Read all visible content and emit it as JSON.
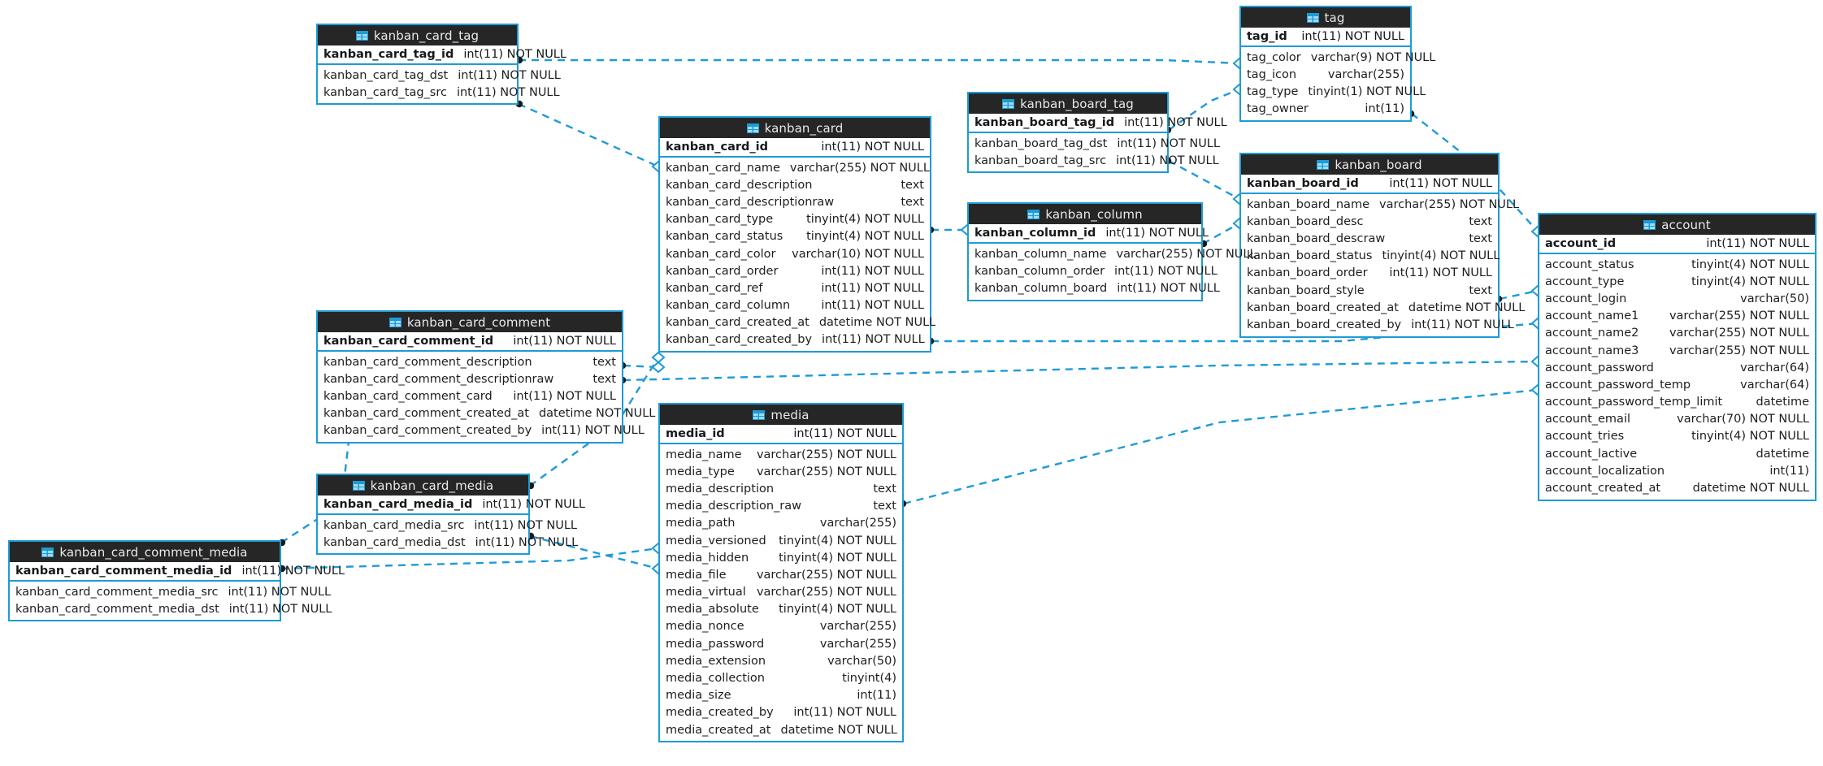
{
  "diagram": {
    "title": "database-er-diagram",
    "accent_color": "#1d9bd7",
    "header_bg": "#262626",
    "header_fg": "#e9e9e9",
    "page_bg": "#ffffff",
    "connector_color": "#1d9bd7",
    "icon_name": "table-icon"
  },
  "tables": [
    {
      "id": "kanban_card_tag",
      "name": "kanban_card_tag",
      "pk": {
        "name": "kanban_card_tag_id",
        "type": "int(11) NOT NULL"
      },
      "columns": [
        {
          "name": "kanban_card_tag_dst",
          "type": "int(11) NOT NULL"
        },
        {
          "name": "kanban_card_tag_src",
          "type": "int(11) NOT NULL"
        }
      ]
    },
    {
      "id": "tag",
      "name": "tag",
      "pk": {
        "name": "tag_id",
        "type": "int(11) NOT NULL"
      },
      "columns": [
        {
          "name": "tag_color",
          "type": "varchar(9) NOT NULL"
        },
        {
          "name": "tag_icon",
          "type": "varchar(255)"
        },
        {
          "name": "tag_type",
          "type": "tinyint(1) NOT NULL"
        },
        {
          "name": "tag_owner",
          "type": "int(11)"
        }
      ]
    },
    {
      "id": "kanban_board_tag",
      "name": "kanban_board_tag",
      "pk": {
        "name": "kanban_board_tag_id",
        "type": "int(11) NOT NULL"
      },
      "columns": [
        {
          "name": "kanban_board_tag_dst",
          "type": "int(11) NOT NULL"
        },
        {
          "name": "kanban_board_tag_src",
          "type": "int(11) NOT NULL"
        }
      ]
    },
    {
      "id": "kanban_card",
      "name": "kanban_card",
      "pk": {
        "name": "kanban_card_id",
        "type": "int(11) NOT NULL"
      },
      "columns": [
        {
          "name": "kanban_card_name",
          "type": "varchar(255) NOT NULL"
        },
        {
          "name": "kanban_card_description",
          "type": "text"
        },
        {
          "name": "kanban_card_descriptionraw",
          "type": "text"
        },
        {
          "name": "kanban_card_type",
          "type": "tinyint(4) NOT NULL"
        },
        {
          "name": "kanban_card_status",
          "type": "tinyint(4) NOT NULL"
        },
        {
          "name": "kanban_card_color",
          "type": "varchar(10) NOT NULL"
        },
        {
          "name": "kanban_card_order",
          "type": "int(11) NOT NULL"
        },
        {
          "name": "kanban_card_ref",
          "type": "int(11) NOT NULL"
        },
        {
          "name": "kanban_card_column",
          "type": "int(11) NOT NULL"
        },
        {
          "name": "kanban_card_created_at",
          "type": "datetime NOT NULL"
        },
        {
          "name": "kanban_card_created_by",
          "type": "int(11) NOT NULL"
        }
      ]
    },
    {
      "id": "kanban_board",
      "name": "kanban_board",
      "pk": {
        "name": "kanban_board_id",
        "type": "int(11) NOT NULL"
      },
      "columns": [
        {
          "name": "kanban_board_name",
          "type": "varchar(255) NOT NULL"
        },
        {
          "name": "kanban_board_desc",
          "type": "text"
        },
        {
          "name": "kanban_board_descraw",
          "type": "text"
        },
        {
          "name": "kanban_board_status",
          "type": "tinyint(4) NOT NULL"
        },
        {
          "name": "kanban_board_order",
          "type": "int(11) NOT NULL"
        },
        {
          "name": "kanban_board_style",
          "type": "text"
        },
        {
          "name": "kanban_board_created_at",
          "type": "datetime NOT NULL"
        },
        {
          "name": "kanban_board_created_by",
          "type": "int(11) NOT NULL"
        }
      ]
    },
    {
      "id": "kanban_column",
      "name": "kanban_column",
      "pk": {
        "name": "kanban_column_id",
        "type": "int(11) NOT NULL"
      },
      "columns": [
        {
          "name": "kanban_column_name",
          "type": "varchar(255) NOT NULL"
        },
        {
          "name": "kanban_column_order",
          "type": "int(11) NOT NULL"
        },
        {
          "name": "kanban_column_board",
          "type": "int(11) NOT NULL"
        }
      ]
    },
    {
      "id": "account",
      "name": "account",
      "pk": {
        "name": "account_id",
        "type": "int(11) NOT NULL"
      },
      "columns": [
        {
          "name": "account_status",
          "type": "tinyint(4) NOT NULL"
        },
        {
          "name": "account_type",
          "type": "tinyint(4) NOT NULL"
        },
        {
          "name": "account_login",
          "type": "varchar(50)"
        },
        {
          "name": "account_name1",
          "type": "varchar(255) NOT NULL"
        },
        {
          "name": "account_name2",
          "type": "varchar(255) NOT NULL"
        },
        {
          "name": "account_name3",
          "type": "varchar(255) NOT NULL"
        },
        {
          "name": "account_password",
          "type": "varchar(64)"
        },
        {
          "name": "account_password_temp",
          "type": "varchar(64)"
        },
        {
          "name": "account_password_temp_limit",
          "type": "datetime"
        },
        {
          "name": "account_email",
          "type": "varchar(70) NOT NULL"
        },
        {
          "name": "account_tries",
          "type": "tinyint(4) NOT NULL"
        },
        {
          "name": "account_lactive",
          "type": "datetime"
        },
        {
          "name": "account_localization",
          "type": "int(11)"
        },
        {
          "name": "account_created_at",
          "type": "datetime NOT NULL"
        }
      ]
    },
    {
      "id": "kanban_card_comment",
      "name": "kanban_card_comment",
      "pk": {
        "name": "kanban_card_comment_id",
        "type": "int(11) NOT NULL"
      },
      "columns": [
        {
          "name": "kanban_card_comment_description",
          "type": "text"
        },
        {
          "name": "kanban_card_comment_descriptionraw",
          "type": "text"
        },
        {
          "name": "kanban_card_comment_card",
          "type": "int(11) NOT NULL"
        },
        {
          "name": "kanban_card_comment_created_at",
          "type": "datetime NOT NULL"
        },
        {
          "name": "kanban_card_comment_created_by",
          "type": "int(11) NOT NULL"
        }
      ]
    },
    {
      "id": "media",
      "name": "media",
      "pk": {
        "name": "media_id",
        "type": "int(11) NOT NULL"
      },
      "columns": [
        {
          "name": "media_name",
          "type": "varchar(255) NOT NULL"
        },
        {
          "name": "media_type",
          "type": "varchar(255) NOT NULL"
        },
        {
          "name": "media_description",
          "type": "text"
        },
        {
          "name": "media_description_raw",
          "type": "text"
        },
        {
          "name": "media_path",
          "type": "varchar(255)"
        },
        {
          "name": "media_versioned",
          "type": "tinyint(4) NOT NULL"
        },
        {
          "name": "media_hidden",
          "type": "tinyint(4) NOT NULL"
        },
        {
          "name": "media_file",
          "type": "varchar(255) NOT NULL"
        },
        {
          "name": "media_virtual",
          "type": "varchar(255) NOT NULL"
        },
        {
          "name": "media_absolute",
          "type": "tinyint(4) NOT NULL"
        },
        {
          "name": "media_nonce",
          "type": "varchar(255)"
        },
        {
          "name": "media_password",
          "type": "varchar(255)"
        },
        {
          "name": "media_extension",
          "type": "varchar(50)"
        },
        {
          "name": "media_collection",
          "type": "tinyint(4)"
        },
        {
          "name": "media_size",
          "type": "int(11)"
        },
        {
          "name": "media_created_by",
          "type": "int(11) NOT NULL"
        },
        {
          "name": "media_created_at",
          "type": "datetime NOT NULL"
        }
      ]
    },
    {
      "id": "kanban_card_media",
      "name": "kanban_card_media",
      "pk": {
        "name": "kanban_card_media_id",
        "type": "int(11) NOT NULL"
      },
      "columns": [
        {
          "name": "kanban_card_media_src",
          "type": "int(11) NOT NULL"
        },
        {
          "name": "kanban_card_media_dst",
          "type": "int(11) NOT NULL"
        }
      ]
    },
    {
      "id": "kanban_card_comment_media",
      "name": "kanban_card_comment_media",
      "pk": {
        "name": "kanban_card_comment_media_id",
        "type": "int(11) NOT NULL"
      },
      "columns": [
        {
          "name": "kanban_card_comment_media_src",
          "type": "int(11) NOT NULL"
        },
        {
          "name": "kanban_card_comment_media_dst",
          "type": "int(11) NOT NULL"
        }
      ]
    }
  ],
  "relationships": [
    {
      "from": "kanban_card_tag",
      "to": "tag",
      "style": "dashed"
    },
    {
      "from": "kanban_card_tag",
      "to": "kanban_card",
      "style": "dashed"
    },
    {
      "from": "kanban_board_tag",
      "to": "tag",
      "style": "dashed"
    },
    {
      "from": "kanban_board_tag",
      "to": "kanban_board",
      "style": "dashed"
    },
    {
      "from": "kanban_card",
      "to": "kanban_column",
      "style": "dashed"
    },
    {
      "from": "kanban_card",
      "to": "account",
      "style": "dashed"
    },
    {
      "from": "kanban_column",
      "to": "kanban_board",
      "style": "dashed"
    },
    {
      "from": "kanban_board",
      "to": "account",
      "style": "dashed"
    },
    {
      "from": "tag",
      "to": "account",
      "style": "dashed"
    },
    {
      "from": "kanban_card_comment",
      "to": "kanban_card",
      "style": "dashed"
    },
    {
      "from": "kanban_card_comment",
      "to": "account",
      "style": "dashed"
    },
    {
      "from": "kanban_card_media",
      "to": "kanban_card",
      "style": "dashed"
    },
    {
      "from": "kanban_card_media",
      "to": "media",
      "style": "dashed"
    },
    {
      "from": "kanban_card_comment_media",
      "to": "kanban_card_comment",
      "style": "dashed"
    },
    {
      "from": "kanban_card_comment_media",
      "to": "media",
      "style": "dashed"
    },
    {
      "from": "media",
      "to": "account",
      "style": "dashed"
    }
  ]
}
